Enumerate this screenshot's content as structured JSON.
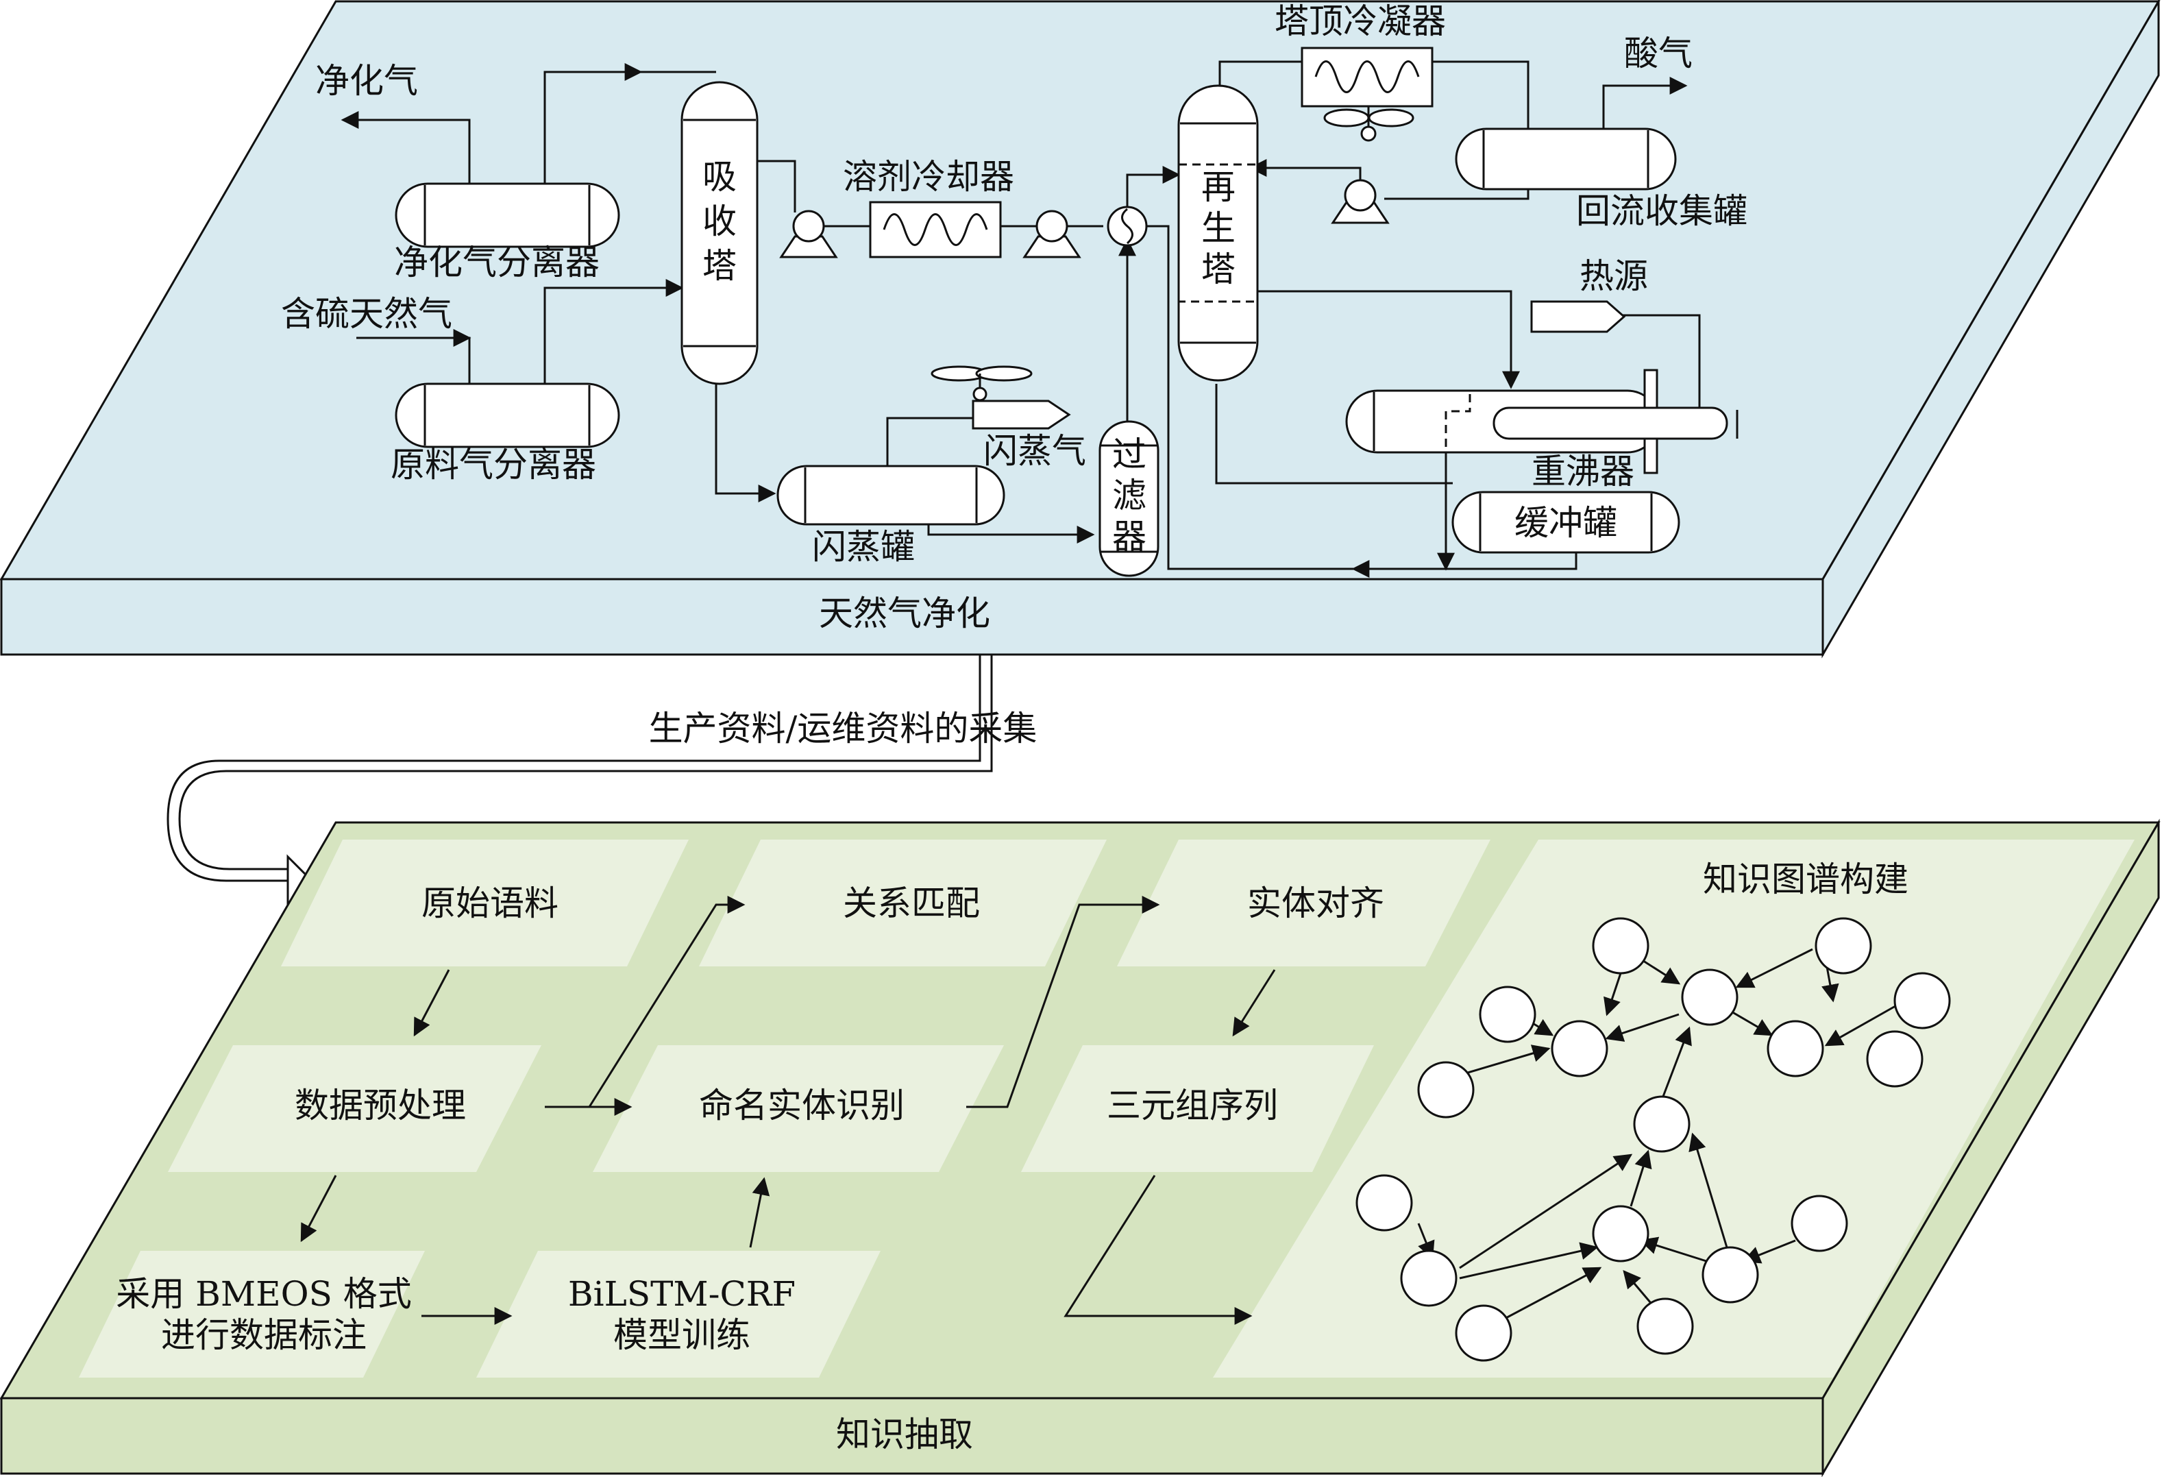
{
  "top_panel": {
    "title": "天然气净化",
    "labels": {
      "purified_gas_out": "净化气",
      "purified_gas_separator": "净化气分离器",
      "sour_gas_in": "含硫天然气",
      "feed_gas_separator": "原料气分离器",
      "absorber": [
        "吸",
        "收",
        "塔"
      ],
      "solvent_cooler": "溶剂冷却器",
      "flash_gas": "闪蒸气",
      "flash_tank": "闪蒸罐",
      "filter": [
        "过",
        "滤",
        "器"
      ],
      "regenerator": [
        "再",
        "生",
        "塔"
      ],
      "overhead_condenser": "塔顶冷凝器",
      "acid_gas": "酸气",
      "reflux_drum": "回流收集罐",
      "heat_source": "热源",
      "reboiler": "重沸器",
      "buffer_tank": "缓冲罐"
    }
  },
  "transfer_label": "生产资料/运维资料的采集",
  "bottom_panel": {
    "title": "知识抽取",
    "boxes": {
      "raw_corpus": "原始语料",
      "data_preprocessing": "数据预处理",
      "bmeos_line1": "采用 BMEOS 格式",
      "bmeos_line2": "进行数据标注",
      "bilstm_line1": "BiLSTM-CRF",
      "bilstm_line2": "模型训练",
      "ner": "命名实体识别",
      "relation_matching": "关系匹配",
      "entity_alignment": "实体对齐",
      "triple_sequence": "三元组序列",
      "kg_construction": "知识图谱构建"
    }
  },
  "colors": {
    "top_panel_fill": "#d8eaf0",
    "bottom_panel_fill": "#d6e4c0",
    "inner_box_fill": "#eaf1df",
    "line": "#111111"
  }
}
